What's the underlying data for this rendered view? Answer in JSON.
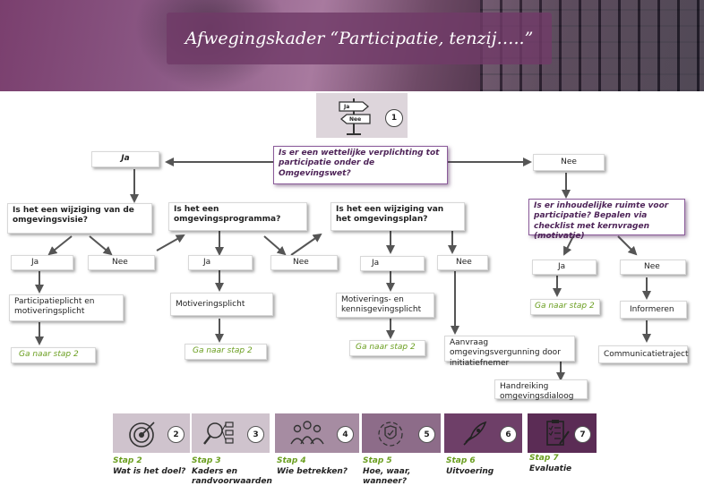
{
  "header": {
    "title": "Afwegingskader “Participatie, tenzij…..”"
  },
  "top_icon": {
    "number": "1",
    "sign_ja": "Ja",
    "sign_nee": "Nee",
    "icon": "signpost-icon"
  },
  "question_main": "Is er een wettelijke verplichting tot participatie onder de Omgevingswet?",
  "ja_main": "Ja",
  "nee_main": "Nee",
  "branch_visie": {
    "question": "Is het een wijziging van de omgevingsvisie?",
    "ja": "Ja",
    "nee": "Nee",
    "result": "Participatieplicht en motiveringsplicht",
    "next": "Ga naar stap 2"
  },
  "branch_programma": {
    "question": "Is het een omgevingsprogramma?",
    "ja": "Ja",
    "nee": "Nee",
    "result": "Motiveringsplicht",
    "next": "Ga naar stap 2"
  },
  "branch_plan": {
    "question": "Is het een wijziging van het omgevingsplan?",
    "ja": "Ja",
    "nee": "Nee",
    "result": "Motiverings- en kennisgevingsplicht",
    "next": "Ga naar stap 2",
    "vergunning": "Aanvraag omgevingsvergunning door initiatiefnemer",
    "handreiking": "Handreiking omgevingsdialoog"
  },
  "branch_ruimte": {
    "question": "Is er inhoudelijke ruimte voor participatie? Bepalen via checklist met kernvragen (motivatie)",
    "ja": "Ja",
    "nee": "Nee",
    "next": "Ga naar stap 2",
    "informeren": "Informeren",
    "traject": "Communicatietraject"
  },
  "steps": [
    {
      "number": "2",
      "step": "Stap 2",
      "name": "Wat is het doel?",
      "icon": "target-icon",
      "bg": "#cfc3cd"
    },
    {
      "number": "3",
      "step": "Stap 3",
      "name": "Kaders en randvoorwaarden",
      "icon": "magnifier-network-icon",
      "bg": "#cfc3cd"
    },
    {
      "number": "4",
      "step": "Stap 4",
      "name": "Wie betrekken?",
      "icon": "people-group-icon",
      "bg": "#a68ca2"
    },
    {
      "number": "5",
      "step": "Stap 5",
      "name": "Hoe, waar, wanneer?",
      "icon": "shield-cycle-icon",
      "bg": "#8d6c89"
    },
    {
      "number": "6",
      "step": "Stap 6",
      "name": "Uitvoering",
      "icon": "rocket-icon",
      "bg": "#6e3f68"
    },
    {
      "number": "7",
      "step": "Stap 7",
      "name": "Evaluatie",
      "icon": "clipboard-checklist-icon",
      "bg": "#5b2c55"
    }
  ]
}
